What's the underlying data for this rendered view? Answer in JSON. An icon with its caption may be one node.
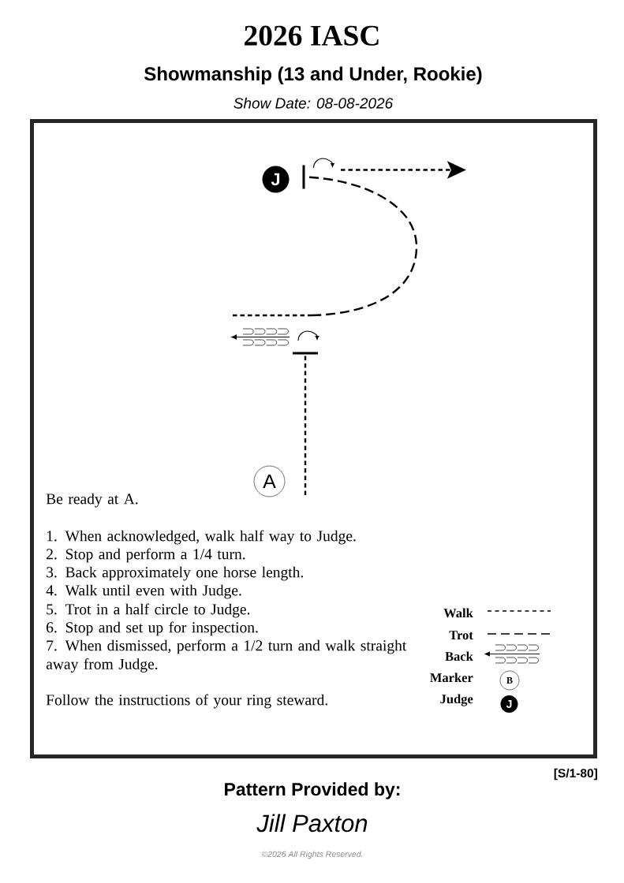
{
  "diagram": {
    "title": "2026 IASC",
    "nodes": [
      {
        "text": [
          "J"
        ]
      },
      {
        "text": [],
        "shape": "bar"
      },
      {
        "text": [],
        "shape": "bar"
      },
      {
        "text": [
          "A"
        ]
      },
      {
        "text": [
          "B"
        ]
      },
      {
        "text": [
          "J"
        ]
      }
    ],
    "edges": [
      {
        "from": null,
        "to": 2,
        "arrow": "none",
        "style": "dashed"
      },
      {
        "from": null,
        "to": 1,
        "arrow": "none",
        "style": "dashed"
      }
    ],
    "labels": [
      "Showmanship (13 and Under, Rookie)",
      "Show Date: 08-08-2026",
      "Be ready at A.",
      "1. When acknowledged, walk half way to Judge.",
      "2. Stop and perform a 1/4 turn.",
      "3. Back approximately one horse length.",
      "4. Walk until even with Judge.",
      "5. Trot in a half circle to Judge.",
      "6. Stop and set up for inspection.",
      "7. When dismissed, perform a 1/2 turn and walk straight away from Judge.",
      "Follow the instructions of your ring steward.",
      "[S/1-80]",
      "Pattern Provided by:",
      "Jill Paxton",
      "©2026 All Rights Reserved."
    ],
    "legend": [
      {
        "text": "Walk"
      },
      {
        "text": "Trot"
      },
      {
        "text": "Back"
      },
      {
        "text": "Marker"
      },
      {
        "text": "Judge"
      }
    ]
  }
}
